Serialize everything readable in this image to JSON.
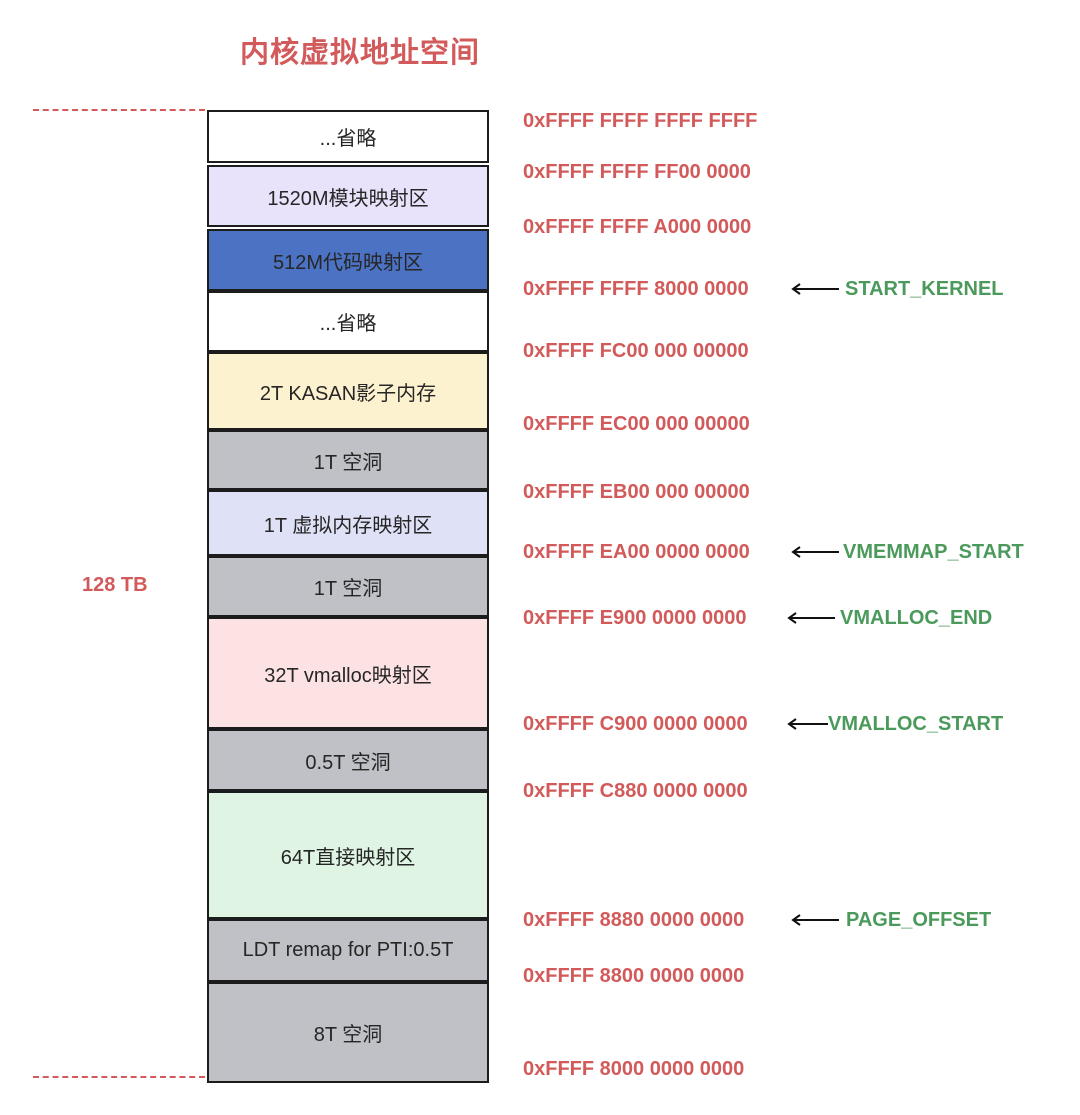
{
  "title": "内核虚拟地址空间",
  "size_label": "128 TB",
  "colors": {
    "title": "#d25a5a",
    "address": "#d25a5a",
    "marker": "#4b9a5c",
    "border": "#1c1c1c"
  },
  "blocks": [
    {
      "label": "...省略",
      "color": "#ffffff"
    },
    {
      "label": "1520M模块映射区",
      "color": "#e9e2fb"
    },
    {
      "label": "512M代码映射区",
      "color": "#4c72c4"
    },
    {
      "label": "...省略",
      "color": "#ffffff"
    },
    {
      "label": "2T KASAN影子内存",
      "color": "#fdf2cf"
    },
    {
      "label": "1T 空洞",
      "color": "#bfc1c6"
    },
    {
      "label": "1T 虚拟内存映射区",
      "color": "#dfe1f7"
    },
    {
      "label": "1T 空洞",
      "color": "#bfc1c6"
    },
    {
      "label": "32T vmalloc映射区",
      "color": "#fde2e4"
    },
    {
      "label": "0.5T 空洞",
      "color": "#bfc1c6"
    },
    {
      "label": "64T直接映射区",
      "color": "#dff4e3"
    },
    {
      "label": "LDT remap for PTI:0.5T",
      "color": "#bfc1c6"
    },
    {
      "label": "8T 空洞",
      "color": "#bfc1c6"
    }
  ],
  "addresses": [
    {
      "value": "0xFFFF FFFF FFFF FFFF"
    },
    {
      "value": "0xFFFF FFFF FF00 0000"
    },
    {
      "value": "0xFFFF FFFF A000 0000"
    },
    {
      "value": "0xFFFF FFFF 8000 0000",
      "marker": "START_KERNEL"
    },
    {
      "value": "0xFFFF FC00 000 00000"
    },
    {
      "value": "0xFFFF EC00 000 00000"
    },
    {
      "value": "0xFFFF EB00 000 00000"
    },
    {
      "value": "0xFFFF EA00 0000 0000",
      "marker": "VMEMMAP_START"
    },
    {
      "value": "0xFFFF E900 0000 0000",
      "marker": "VMALLOC_END"
    },
    {
      "value": "0xFFFF C900 0000 0000",
      "marker": "VMALLOC_START"
    },
    {
      "value": "0xFFFF C880 0000 0000"
    },
    {
      "value": "0xFFFF 8880 0000 0000",
      "marker": "PAGE_OFFSET"
    },
    {
      "value": "0xFFFF 8800 0000 0000"
    },
    {
      "value": "0xFFFF 8000 0000 0000"
    }
  ]
}
